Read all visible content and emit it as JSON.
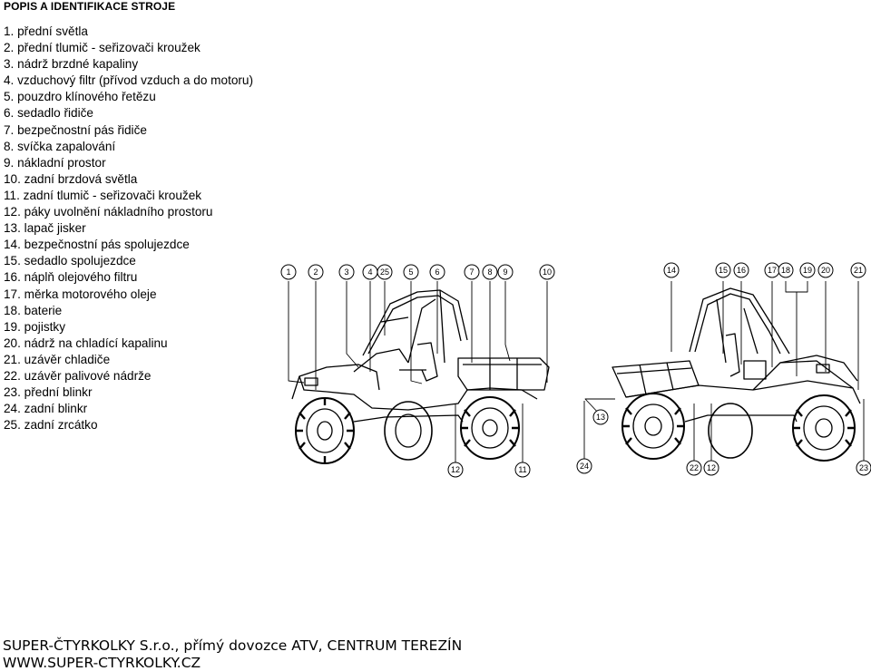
{
  "header": {
    "title": "POPIS A IDENTIFIKACE STROJE"
  },
  "parts": [
    "1. přední světla",
    "2.  přední tlumič - seřizovači kroužek",
    "3. nádrž brzdné kapaliny",
    "4. vzduchový filtr (přívod vzduch a do motoru)",
    "5. pouzdro klínového řetězu",
    "6. sedadlo řidiče",
    "7. bezpečnostní pás řidiče",
    "8. svíčka zapalování",
    "9. nákladní prostor",
    "10. zadní brzdová světla",
    "11. zadní tlumič - seřizovači kroužek",
    "12. páky uvolnění nákladního prostoru",
    "13. lapač  jisker",
    "14. bezpečnostní pás spolujezdce",
    "15. sedadlo spolujezdce",
    "16. náplň olejového filtru",
    "17. měrka motorového oleje",
    "18. baterie",
    "19. pojistky",
    "20. nádrž na chladící kapalinu",
    "21. uzávěr chladiče",
    "22. uzávěr palivové nádrže",
    "23. přední blinkr",
    "24. zadní blinkr",
    "25. zadní zrcátko"
  ],
  "diagram": {
    "left_view_callouts": [
      "1",
      "2",
      "3",
      "4",
      "25",
      "5",
      "6",
      "7",
      "8",
      "9",
      "10",
      "12",
      "11"
    ],
    "right_view_callouts": [
      "14",
      "15",
      "16",
      "17",
      "18",
      "19",
      "20",
      "21",
      "13",
      "24",
      "22",
      "12",
      "23"
    ]
  },
  "footer": {
    "company": "SUPER-ČTYRKOLKY S.r.o., přímý dovozce ATV, CENTRUM TEREZÍN",
    "website": "WWW.SUPER-CTYRKOLKY.CZ"
  }
}
